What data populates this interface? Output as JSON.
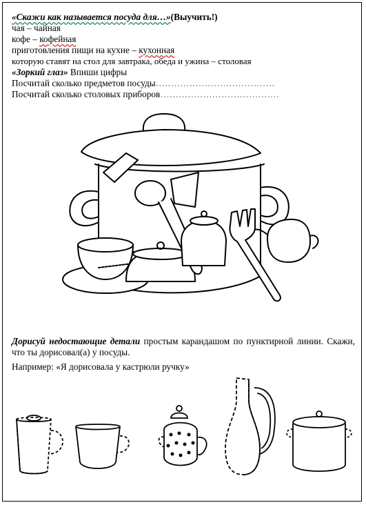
{
  "section1": {
    "title_italic": "«Скажи как называется посуда для…»",
    "title_bold": "(Выучить!)"
  },
  "lines": [
    {
      "item": "чая",
      "dash": " – ",
      "answer": "чайная"
    },
    {
      "item": "кофе",
      "dash": " – ",
      "answer": "кофейная"
    },
    {
      "item": "приготовления пищи на кухне",
      "dash": " – ",
      "answer": "кухонная"
    },
    {
      "item": "которую ставят на стол для завтрака, обеда и ужина",
      "dash": " – ",
      "answer": "столовая"
    }
  ],
  "section2": {
    "title_italic": "«Зоркий глаз»",
    "title_rest": " Впиши цифры",
    "count_dishes": "Посчитай сколько предметов посуды",
    "count_cutlery": "Посчитай сколько  столовых приборов",
    "dots_dishes": "…………………………………",
    "dots_cutlery": "…………………………………"
  },
  "section3": {
    "title_italic": "Дорисуй недостающие детали",
    "title_rest": " простым карандашом по пунктирной линии. Скажи, что ты дорисовал(а) у посуды.",
    "example": "Например: «Я дорисовала у кастрюли ручку»"
  },
  "images": {
    "big_pot": "pot-with-dishes-illustration",
    "row": [
      "mug-icon",
      "teacup-icon",
      "teapot-icon",
      "jug-icon",
      "saucepan-icon"
    ]
  },
  "colors": {
    "ink": "#000000",
    "wavy_green": "#2e8b57",
    "wavy_red": "#d23b3b"
  }
}
